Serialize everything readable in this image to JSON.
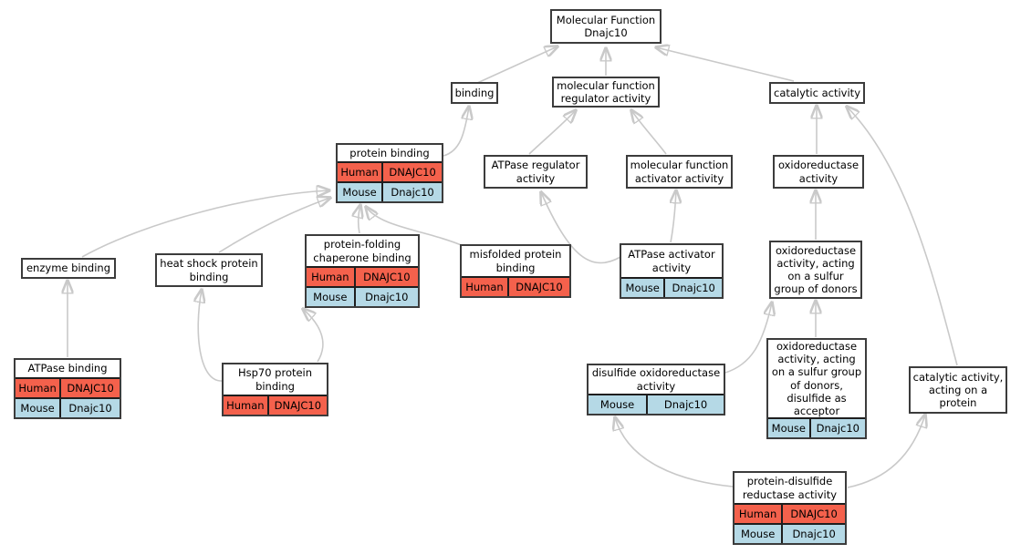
{
  "diagram": {
    "title": "Molecular Function Dnajc10",
    "type": "gene-ontology-dag",
    "species_rows": [
      "Human",
      "Mouse"
    ]
  },
  "colors": {
    "human_row": "#f4614c",
    "mouse_row": "#b5d9e6",
    "node_border": "#3c3c3c",
    "edge": "#c9c9c9",
    "background": "#ffffff",
    "text": "#000000"
  },
  "nodes": {
    "mf_root": {
      "label": "Molecular Function Dnajc10"
    },
    "binding": {
      "label": "binding"
    },
    "mf_regulator": {
      "label": "molecular function regulator activity"
    },
    "catalytic": {
      "label": "catalytic activity"
    },
    "protein_binding": {
      "label": "protein binding",
      "rows": [
        {
          "species": "Human",
          "gene": "DNAJC10"
        },
        {
          "species": "Mouse",
          "gene": "Dnajc10"
        }
      ]
    },
    "atpase_regulator": {
      "label": "ATPase regulator activity"
    },
    "mf_activator": {
      "label": "molecular function activator activity"
    },
    "oxidoreductase": {
      "label": "oxidoreductase activity"
    },
    "enzyme_binding": {
      "label": "enzyme binding"
    },
    "heat_shock": {
      "label": "heat shock protein binding"
    },
    "pf_chaperone": {
      "label": "protein-folding chaperone binding",
      "rows": [
        {
          "species": "Human",
          "gene": "DNAJC10"
        },
        {
          "species": "Mouse",
          "gene": "Dnajc10"
        }
      ]
    },
    "misfolded": {
      "label": "misfolded protein binding",
      "rows": [
        {
          "species": "Human",
          "gene": "DNAJC10"
        }
      ]
    },
    "atpase_activator": {
      "label": "ATPase activator activity",
      "rows": [
        {
          "species": "Mouse",
          "gene": "Dnajc10"
        }
      ]
    },
    "oxido_sulfur": {
      "label": "oxidoreductase activity, acting on a sulfur group of donors"
    },
    "atpase_binding": {
      "label": "ATPase binding",
      "rows": [
        {
          "species": "Human",
          "gene": "DNAJC10"
        },
        {
          "species": "Mouse",
          "gene": "Dnajc10"
        }
      ]
    },
    "hsp70": {
      "label": "Hsp70 protein binding",
      "rows": [
        {
          "species": "Human",
          "gene": "DNAJC10"
        }
      ]
    },
    "disulfide_oxido": {
      "label": "disulfide oxidoreductase activity",
      "rows": [
        {
          "species": "Mouse",
          "gene": "Dnajc10"
        }
      ]
    },
    "oxido_acceptor": {
      "label": "oxidoreductase activity, acting on a sulfur group of donors, disulfide as acceptor",
      "rows": [
        {
          "species": "Mouse",
          "gene": "Dnajc10"
        }
      ]
    },
    "cat_protein": {
      "label": "catalytic activity, acting on a protein"
    },
    "protein_disulfide": {
      "label": "protein-disulfide reductase activity",
      "rows": [
        {
          "species": "Human",
          "gene": "DNAJC10"
        },
        {
          "species": "Mouse",
          "gene": "Dnajc10"
        }
      ]
    }
  },
  "edges": [
    {
      "from": "binding",
      "to": "mf_root"
    },
    {
      "from": "mf_regulator",
      "to": "mf_root"
    },
    {
      "from": "catalytic",
      "to": "mf_root"
    },
    {
      "from": "protein_binding",
      "to": "binding"
    },
    {
      "from": "atpase_regulator",
      "to": "mf_regulator"
    },
    {
      "from": "mf_activator",
      "to": "mf_regulator"
    },
    {
      "from": "oxidoreductase",
      "to": "catalytic"
    },
    {
      "from": "cat_protein",
      "to": "catalytic"
    },
    {
      "from": "enzyme_binding",
      "to": "protein_binding"
    },
    {
      "from": "heat_shock",
      "to": "protein_binding"
    },
    {
      "from": "pf_chaperone",
      "to": "protein_binding"
    },
    {
      "from": "misfolded",
      "to": "protein_binding"
    },
    {
      "from": "atpase_activator",
      "to": "mf_activator"
    },
    {
      "from": "atpase_activator",
      "to": "atpase_regulator"
    },
    {
      "from": "oxido_sulfur",
      "to": "oxidoreductase"
    },
    {
      "from": "atpase_binding",
      "to": "enzyme_binding"
    },
    {
      "from": "hsp70",
      "to": "heat_shock"
    },
    {
      "from": "hsp70",
      "to": "pf_chaperone"
    },
    {
      "from": "disulfide_oxido",
      "to": "oxido_sulfur"
    },
    {
      "from": "oxido_acceptor",
      "to": "oxido_sulfur"
    },
    {
      "from": "protein_disulfide",
      "to": "disulfide_oxido"
    },
    {
      "from": "protein_disulfide",
      "to": "cat_protein"
    }
  ]
}
